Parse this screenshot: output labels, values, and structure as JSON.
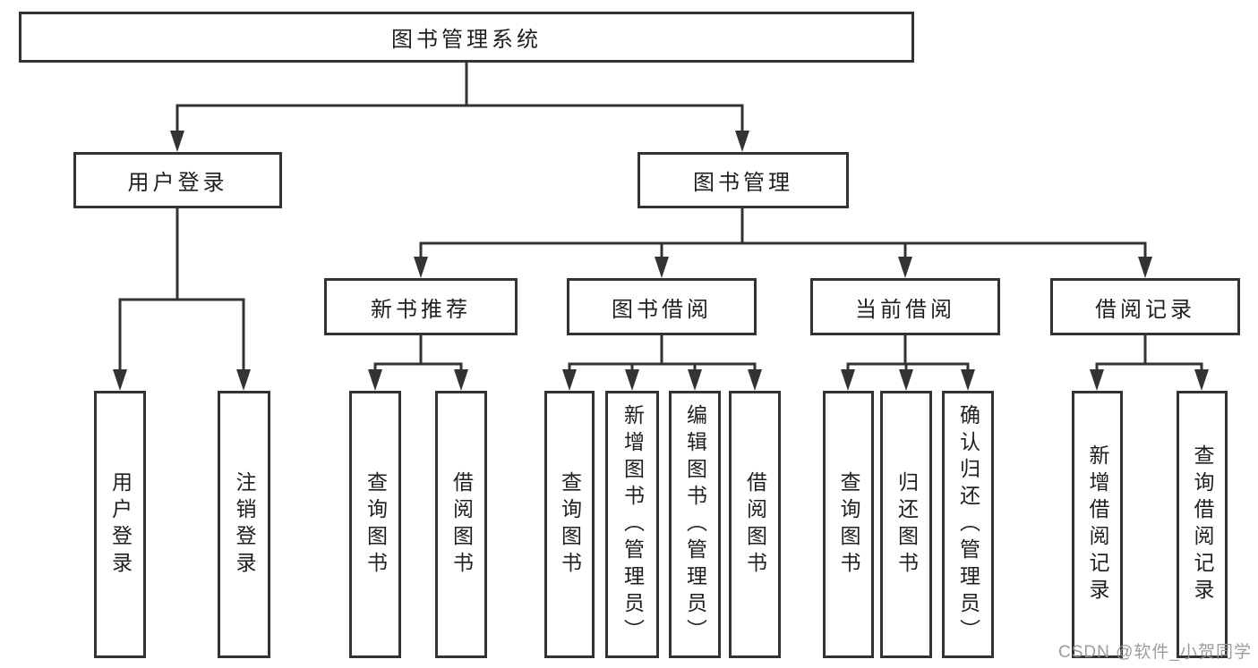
{
  "colors": {
    "line": "#333333",
    "box_border": "#333333",
    "box_background": "#ffffff",
    "text": "#1f1f1f",
    "watermark": "#949494"
  },
  "diagram": {
    "root": {
      "label": "图书管理系统"
    },
    "level2": [
      {
        "label": "用户登录"
      },
      {
        "label": "图书管理"
      }
    ],
    "level3": [
      {
        "label": "新书推荐"
      },
      {
        "label": "图书借阅"
      },
      {
        "label": "当前借阅"
      },
      {
        "label": "借阅记录"
      }
    ],
    "leaves": {
      "user_login": [
        {
          "label": "用户登录"
        },
        {
          "label": "注销登录"
        }
      ],
      "new_book": [
        {
          "label": "查询图书"
        },
        {
          "label": "借阅图书"
        }
      ],
      "book_borrow": [
        {
          "label": "查询图书"
        },
        {
          "label": "新增图书（管理员）"
        },
        {
          "label": "编辑图书（管理员）"
        },
        {
          "label": "借阅图书"
        }
      ],
      "current_borrow": [
        {
          "label": "查询图书"
        },
        {
          "label": "归还图书"
        },
        {
          "label": "确认归还（管理员）"
        }
      ],
      "borrow_record": [
        {
          "label": "新增借阅记录"
        },
        {
          "label": "查询借阅记录"
        }
      ]
    }
  },
  "watermark": {
    "text": "CSDN @软件_小贺同学"
  }
}
